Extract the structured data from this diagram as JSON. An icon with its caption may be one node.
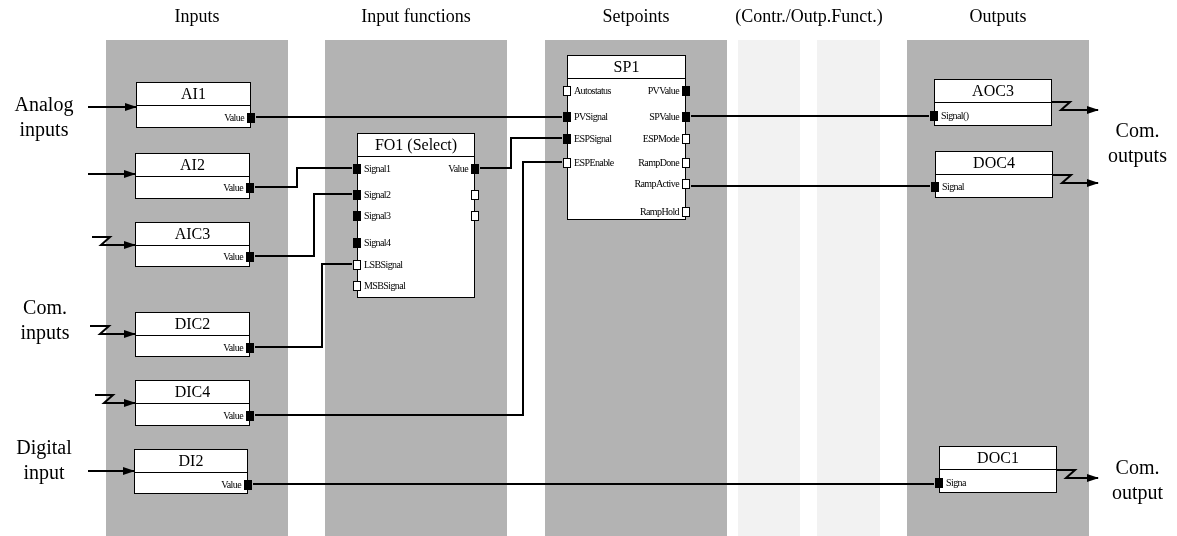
{
  "diagram": {
    "nodes": [
      {
        "text": [
          "Inputs"
        ]
      },
      {
        "text": [
          "Input functions"
        ]
      },
      {
        "text": [
          "Setpoints"
        ]
      },
      {
        "text": [
          "(Contr./Outp.Funct.)"
        ]
      },
      {
        "text": [
          "Outputs"
        ]
      },
      {
        "text": [
          "Analog inputs"
        ]
      },
      {
        "text": [
          "Com. inputs"
        ]
      },
      {
        "text": [
          "Digital input"
        ]
      },
      {
        "text": [
          "AI1",
          "Value"
        ],
        "in": 0
      },
      {
        "text": [
          "AI2",
          "Value"
        ],
        "in": 0
      },
      {
        "text": [
          "AIC3",
          "Value"
        ],
        "in": 0
      },
      {
        "text": [
          "DIC2",
          "Value"
        ],
        "in": 0
      },
      {
        "text": [
          "DIC4",
          "Value"
        ],
        "in": 0
      },
      {
        "text": [
          "DI2",
          "Value"
        ],
        "in": 0
      },
      {
        "text": [
          "FO1 (Select)",
          "Signal1",
          "Signal2",
          "Signal3",
          "Signal4",
          "LSBSignal",
          "MSBSignal",
          "Value"
        ],
        "in": 1
      },
      {
        "text": [
          "SP1",
          "Autostatus",
          "PVSignal",
          "ESPSignal",
          "ESPEnable",
          "PVValue",
          "SPValue",
          "ESPMode",
          "RampDone",
          "RampActive",
          "RampHold"
        ],
        "in": 2
      },
      {
        "text": [
          "AOC3",
          "Signal()"
        ],
        "in": 4
      },
      {
        "text": [
          "DOC4",
          "Signal"
        ],
        "in": 4
      },
      {
        "text": [
          "DOC1",
          "Signa"
        ],
        "in": 4
      },
      {
        "text": [
          "Com. outputs"
        ]
      },
      {
        "text": [
          "Com. output"
        ]
      }
    ],
    "edges": [
      {
        "from": 5,
        "to": 8,
        "arrow": "to"
      },
      {
        "from": 5,
        "to": 9,
        "arrow": "to"
      },
      {
        "from": null,
        "to": 10,
        "arrow": "to"
      },
      {
        "from": 6,
        "to": 11,
        "arrow": "to"
      },
      {
        "from": null,
        "to": 12,
        "arrow": "to"
      },
      {
        "from": 7,
        "to": 13,
        "arrow": "to"
      },
      {
        "from": 8,
        "to": 15,
        "arrow": "none"
      },
      {
        "from": 9,
        "to": 14,
        "arrow": "none"
      },
      {
        "from": 10,
        "to": 14,
        "arrow": "none"
      },
      {
        "from": 11,
        "to": 14,
        "arrow": "none"
      },
      {
        "from": 14,
        "to": 15,
        "arrow": "none"
      },
      {
        "from": 12,
        "to": 15,
        "arrow": "none"
      },
      {
        "from": 15,
        "to": 16,
        "arrow": "none"
      },
      {
        "from": 15,
        "to": 17,
        "arrow": "none"
      },
      {
        "from": 13,
        "to": 18,
        "arrow": "none"
      },
      {
        "from": 16,
        "to": 19,
        "arrow": "to"
      },
      {
        "from": 17,
        "to": 19,
        "arrow": "to"
      },
      {
        "from": 18,
        "to": 20,
        "arrow": "to"
      }
    ]
  }
}
